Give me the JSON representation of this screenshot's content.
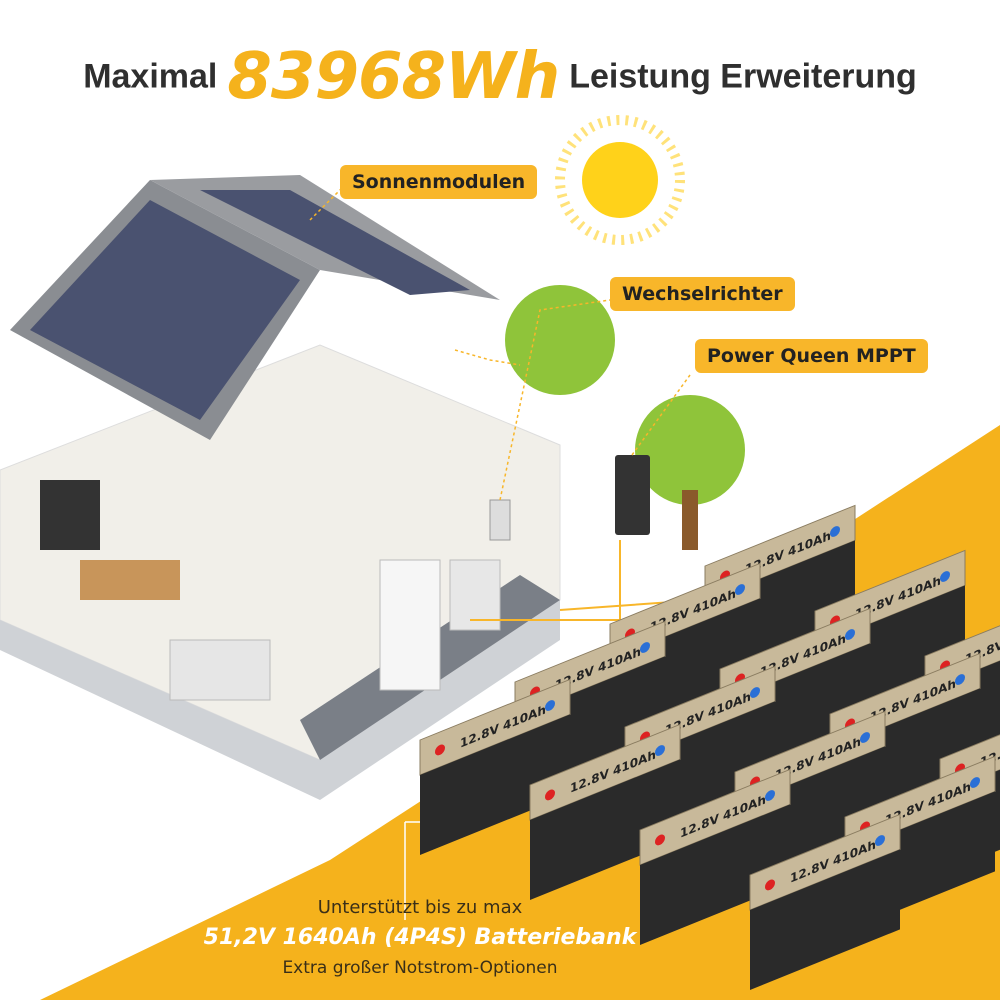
{
  "headline": {
    "prefix": "Maximal",
    "highlight": "83968Wh",
    "suffix": "Leistung Erweiterung"
  },
  "labels": {
    "solar": "Sonnenmodulen",
    "inverter": "Wechselrichter",
    "controller": "Power Queen MPPT"
  },
  "battery_label": "12.8V 410Ah",
  "bottom": {
    "line1": "Unterstützt bis zu max",
    "line2": "51,2V 1640Ah (4P4S) Batteriebank",
    "line3": "Extra großer Notstrom-Optionen"
  },
  "colors": {
    "accent": "#f5b21c",
    "text_dark": "#2f2f2f",
    "battery_body": "#c8b99a",
    "battery_base": "#2a2a2a"
  }
}
